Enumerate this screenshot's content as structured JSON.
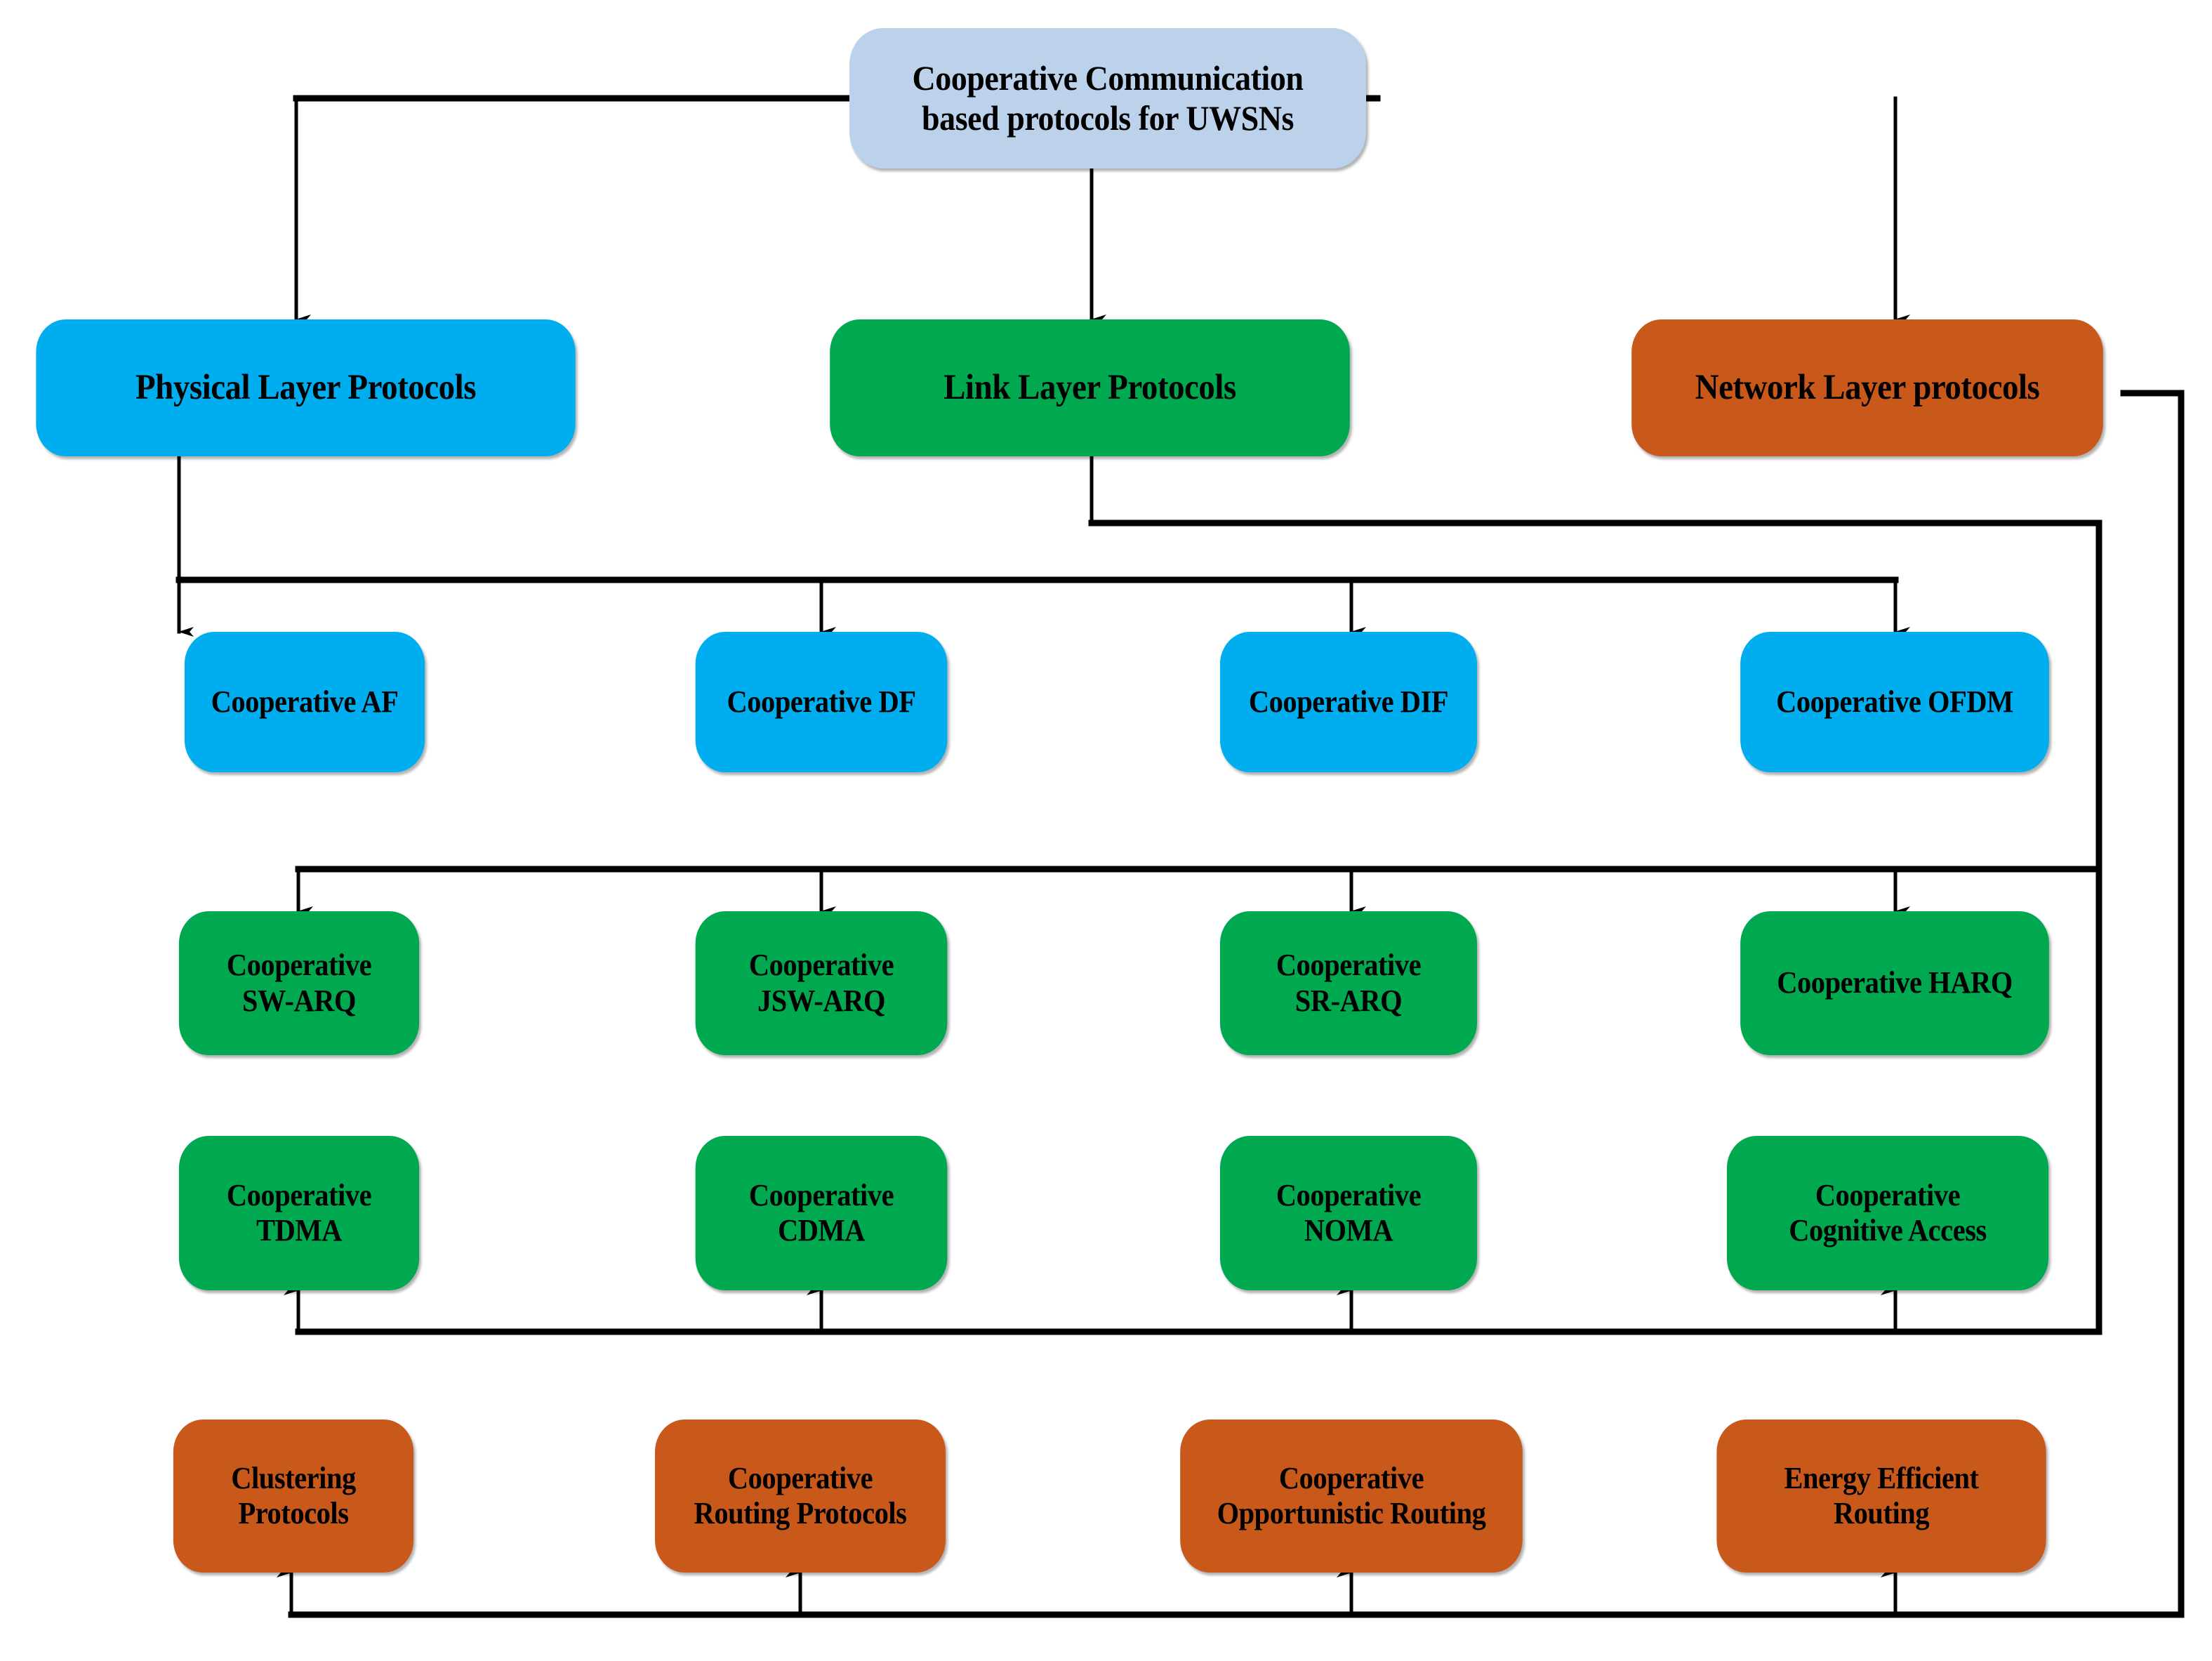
{
  "diagram": {
    "title": "Cooperative Communication based protocols for UWSNs",
    "type": "hierarchy-tree",
    "colors": {
      "root": "#bcd2ea",
      "physical_layer": "#00aeef",
      "link_layer": "#00a94f",
      "network_layer": "#c9591a",
      "connector": "#000000",
      "text": "#000000",
      "background": "#ffffff"
    },
    "root": {
      "label": "Cooperative Communication\nbased protocols for UWSNs"
    },
    "layers": [
      {
        "id": "physical",
        "label": "Physical Layer Protocols",
        "color": "#00aeef"
      },
      {
        "id": "link",
        "label": "Link Layer Protocols",
        "color": "#00a94f"
      },
      {
        "id": "network",
        "label": "Network Layer protocols",
        "color": "#c9591a"
      }
    ],
    "physical_children": [
      {
        "label": "Cooperative AF"
      },
      {
        "label": "Cooperative DF"
      },
      {
        "label": "Cooperative DIF"
      },
      {
        "label": "Cooperative OFDM"
      }
    ],
    "link_children_row1": [
      {
        "label": "Cooperative\nSW-ARQ"
      },
      {
        "label": "Cooperative\nJSW-ARQ"
      },
      {
        "label": "Cooperative\nSR-ARQ"
      },
      {
        "label": "Cooperative HARQ"
      }
    ],
    "link_children_row2": [
      {
        "label": "Cooperative\nTDMA"
      },
      {
        "label": "Cooperative\nCDMA"
      },
      {
        "label": "Cooperative\nNOMA"
      },
      {
        "label": "Cooperative\nCognitive Access"
      }
    ],
    "network_children": [
      {
        "label": "Clustering\nProtocols"
      },
      {
        "label": "Cooperative\nRouting Protocols"
      },
      {
        "label": "Cooperative\nOpportunistic Routing"
      },
      {
        "label": "Energy Efficient\nRouting"
      }
    ]
  }
}
